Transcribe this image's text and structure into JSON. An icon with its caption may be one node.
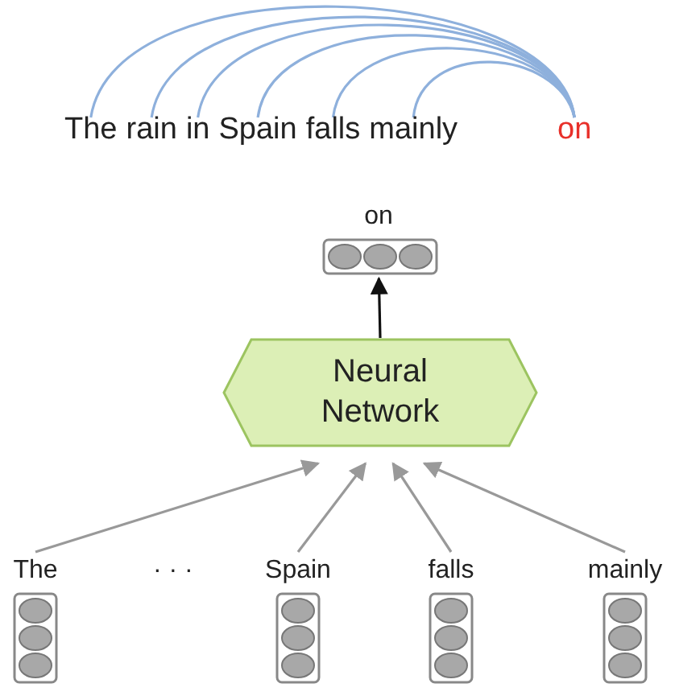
{
  "diagram": {
    "nodes": [
      {
        "text": [
          "The"
        ]
      },
      {
        "text": [
          "rain"
        ]
      },
      {
        "text": [
          "in"
        ]
      },
      {
        "text": [
          "Spain"
        ]
      },
      {
        "text": [
          "falls"
        ]
      },
      {
        "text": [
          "mainly"
        ]
      },
      {
        "text": [
          "on"
        ]
      },
      {
        "text": [
          "on"
        ]
      },
      {
        "text": [
          "Neural Network"
        ]
      },
      {
        "text": [
          "The"
        ]
      },
      {
        "text": [
          "Spain"
        ]
      },
      {
        "text": [
          "falls"
        ]
      },
      {
        "text": [
          "mainly"
        ]
      }
    ],
    "edges": [
      {
        "from": 6,
        "to": 0,
        "arrow": "none",
        "color": "#8eb0dc"
      },
      {
        "from": 6,
        "to": 1,
        "arrow": "none",
        "color": "#8eb0dc"
      },
      {
        "from": 6,
        "to": 2,
        "arrow": "none",
        "color": "#8eb0dc"
      },
      {
        "from": 6,
        "to": 3,
        "arrow": "none",
        "color": "#8eb0dc"
      },
      {
        "from": 6,
        "to": 4,
        "arrow": "none",
        "color": "#8eb0dc"
      },
      {
        "from": 6,
        "to": 5,
        "arrow": "none",
        "color": "#8eb0dc"
      },
      {
        "from": 8,
        "to": 7,
        "arrow": "to",
        "color": "#111111"
      },
      {
        "from": 9,
        "to": 8,
        "arrow": "to",
        "color": "#999999"
      },
      {
        "from": 10,
        "to": 8,
        "arrow": "to",
        "color": "#999999"
      },
      {
        "from": 11,
        "to": 8,
        "arrow": "to",
        "color": "#999999"
      },
      {
        "from": 12,
        "to": 8,
        "arrow": "to",
        "color": "#999999"
      }
    ],
    "labels": [
      "· · ·"
    ]
  }
}
